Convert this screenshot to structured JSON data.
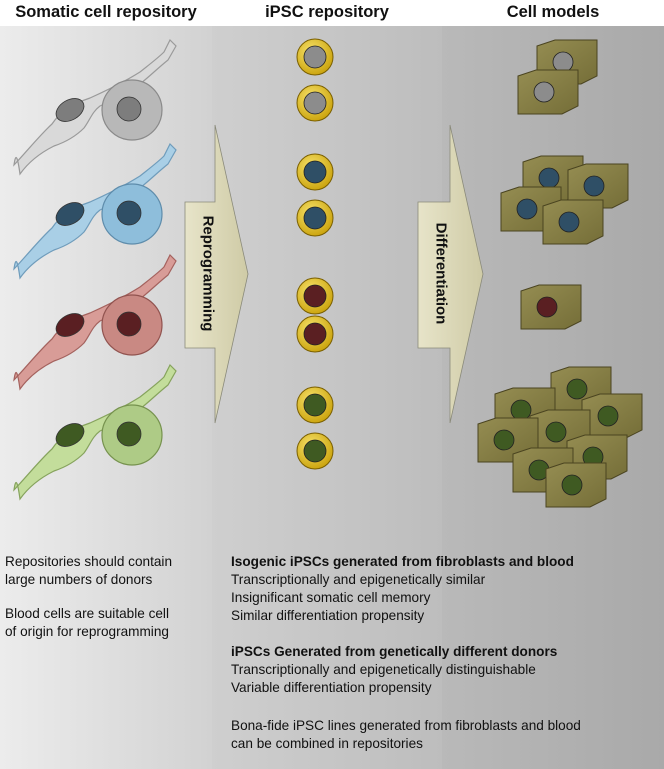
{
  "columns": {
    "somatic": "Somatic cell repository",
    "ipsc": "iPSC repository",
    "models": "Cell models"
  },
  "arrows": {
    "reprogramming": "Reprogramming",
    "differentiation": "Differentiation"
  },
  "cell_colors": {
    "grey": "#8c8c8c",
    "blue": "#2f4f66",
    "red": "#5a1f22",
    "green": "#3f5a22"
  },
  "left_notes": {
    "line1": "Repositories should contain",
    "line2": "large numbers of donors",
    "line3": "Blood cells are suitable cell",
    "line4": "of origin for reprogramming"
  },
  "isogenic": {
    "heading": "Isogenic iPSCs generated from fibroblasts and blood",
    "items": [
      "Transcriptionally and epigenetically similar",
      "Insignificant somatic cell memory",
      "Similar differentiation propensity"
    ]
  },
  "donors": {
    "heading": "iPSCs Generated from genetically different donors",
    "items": [
      "Transcriptionally and epigenetically distinguishable",
      "Variable differentiation propensity"
    ]
  },
  "bona_fide": {
    "line1": "Bona-fide iPSC lines generated from fibroblasts and blood",
    "line2": "can be combined in repositories"
  }
}
